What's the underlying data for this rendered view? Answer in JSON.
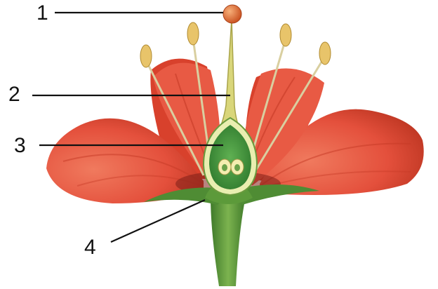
{
  "labels": {
    "one": "1",
    "two": "2",
    "three": "3",
    "four": "4"
  },
  "colors": {
    "petal": "#e4503c",
    "petal_dark": "#b5301f",
    "petal_light": "#f3856d",
    "stem": "#5c9a3a",
    "sepal": "#4f8c34",
    "ovary": "#3f8f3b",
    "style": "#d9d67a",
    "stigma": "#e06a2f",
    "anther": "#e8c46a",
    "leader": "#111111"
  }
}
